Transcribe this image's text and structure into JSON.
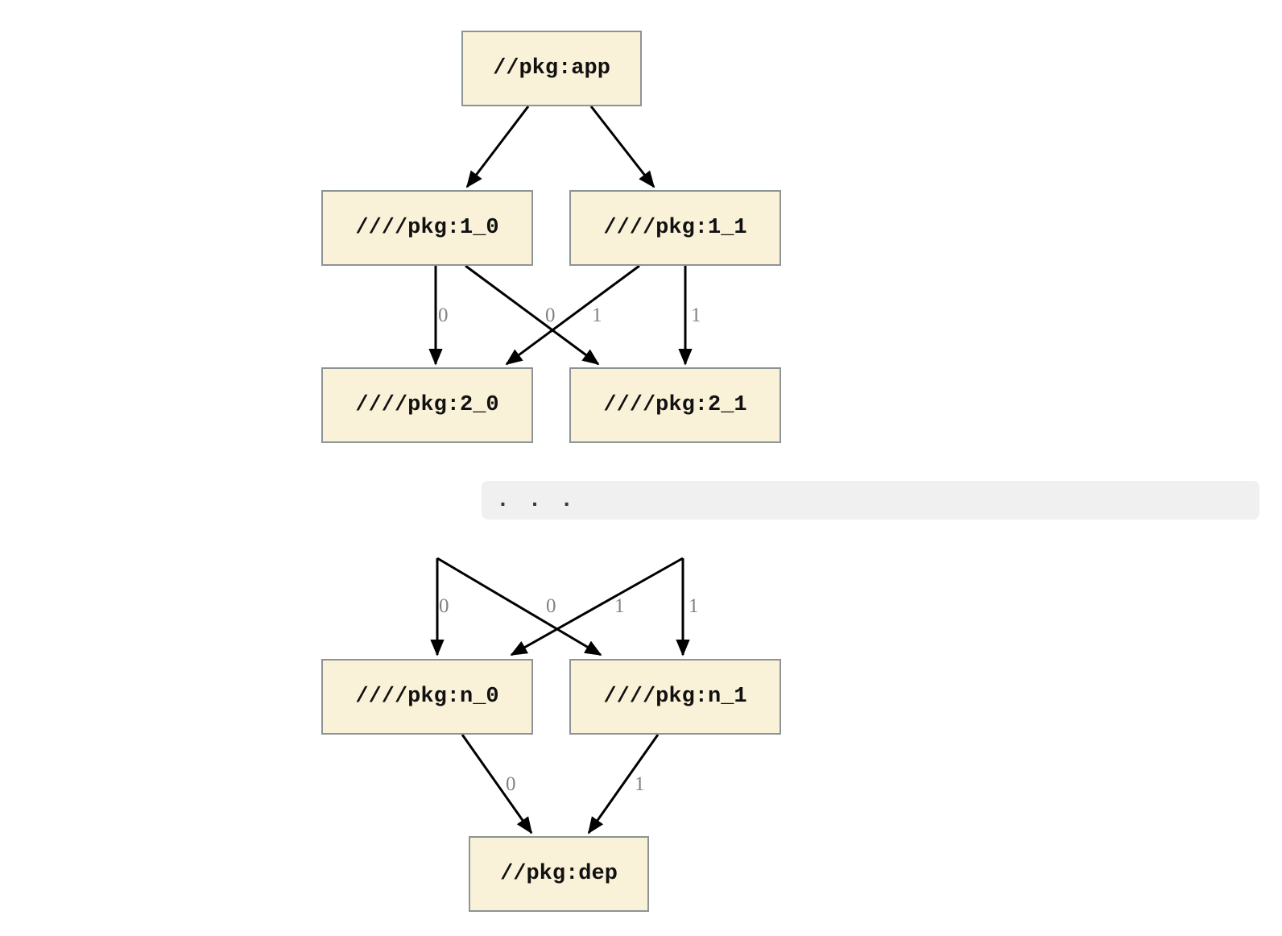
{
  "colors": {
    "node_fill": "#FAF2D8",
    "node_border": "#8C9494",
    "edge": "#000000",
    "edge_label": "#828282",
    "ellipsis_bg": "#F0F0F0",
    "ellipsis_text": "#3A3A3A",
    "node_text": "#111111",
    "page_bg": "#FFFFFF"
  },
  "diagram": {
    "type": "dependency-graph",
    "nodes": [
      {
        "id": "app",
        "label": "//pkg:app"
      },
      {
        "id": "1_0",
        "label": "////pkg:1_0"
      },
      {
        "id": "1_1",
        "label": "////pkg:1_1"
      },
      {
        "id": "2_0",
        "label": "////pkg:2_0"
      },
      {
        "id": "2_1",
        "label": "////pkg:2_1"
      },
      {
        "id": "n_0",
        "label": "////pkg:n_0"
      },
      {
        "id": "n_1",
        "label": "////pkg:n_1"
      },
      {
        "id": "dep",
        "label": "//pkg:dep"
      }
    ],
    "ellipsis_label": ". . .",
    "edges": [
      {
        "from": "app",
        "to": "1_0",
        "label": ""
      },
      {
        "from": "app",
        "to": "1_1",
        "label": ""
      },
      {
        "from": "1_0",
        "to": "2_0",
        "label": "0"
      },
      {
        "from": "1_1",
        "to": "2_0",
        "label": "0"
      },
      {
        "from": "1_0",
        "to": "2_1",
        "label": "1"
      },
      {
        "from": "1_1",
        "to": "2_1",
        "label": "1"
      },
      {
        "from": "...",
        "to": "n_0",
        "label": "0"
      },
      {
        "from": "...",
        "to": "n_0",
        "label": "0"
      },
      {
        "from": "...",
        "to": "n_1",
        "label": "1"
      },
      {
        "from": "...",
        "to": "n_1",
        "label": "1"
      },
      {
        "from": "n_0",
        "to": "dep",
        "label": "0"
      },
      {
        "from": "n_1",
        "to": "dep",
        "label": "1"
      }
    ]
  }
}
